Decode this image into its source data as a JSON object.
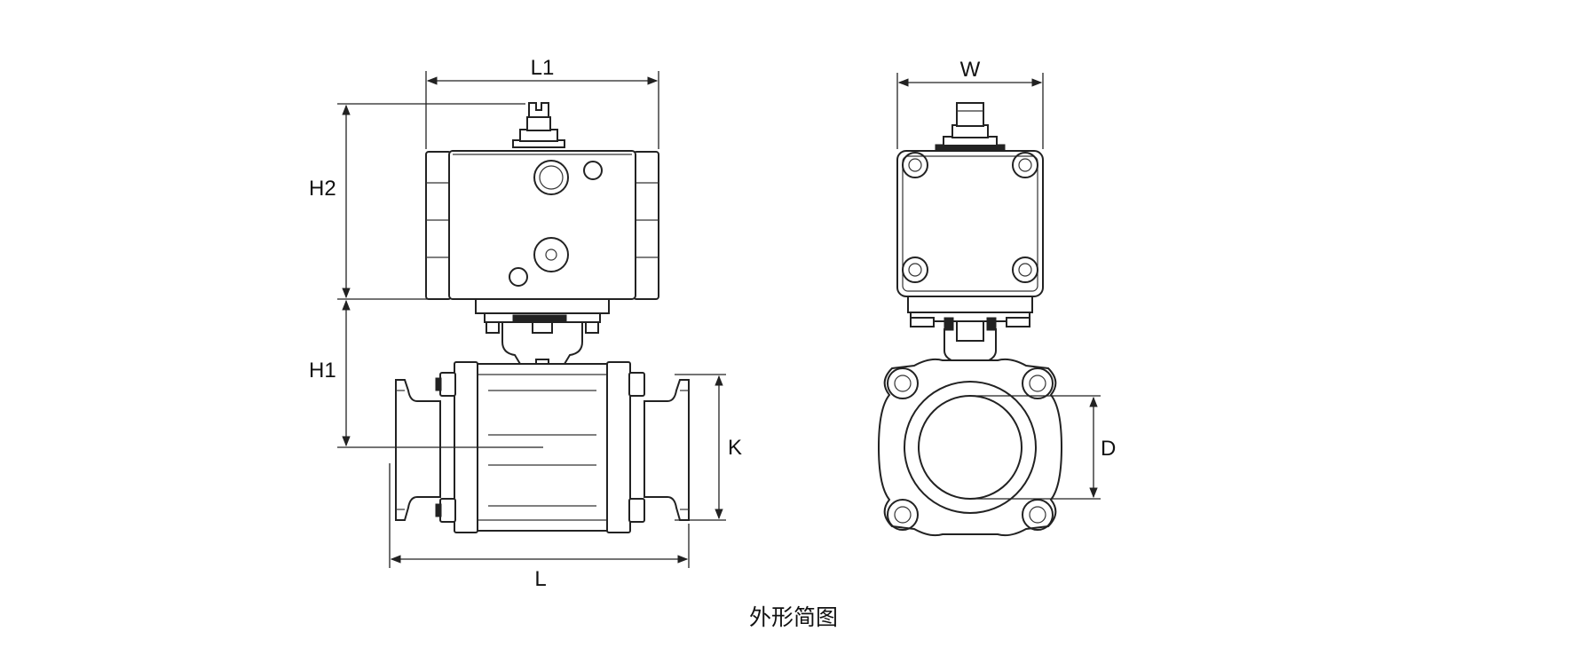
{
  "dimension_labels": {
    "L1": "L1",
    "H2": "H2",
    "H1": "H1",
    "K": "K",
    "L": "L",
    "W": "W",
    "D": "D"
  },
  "caption": "外形简图"
}
